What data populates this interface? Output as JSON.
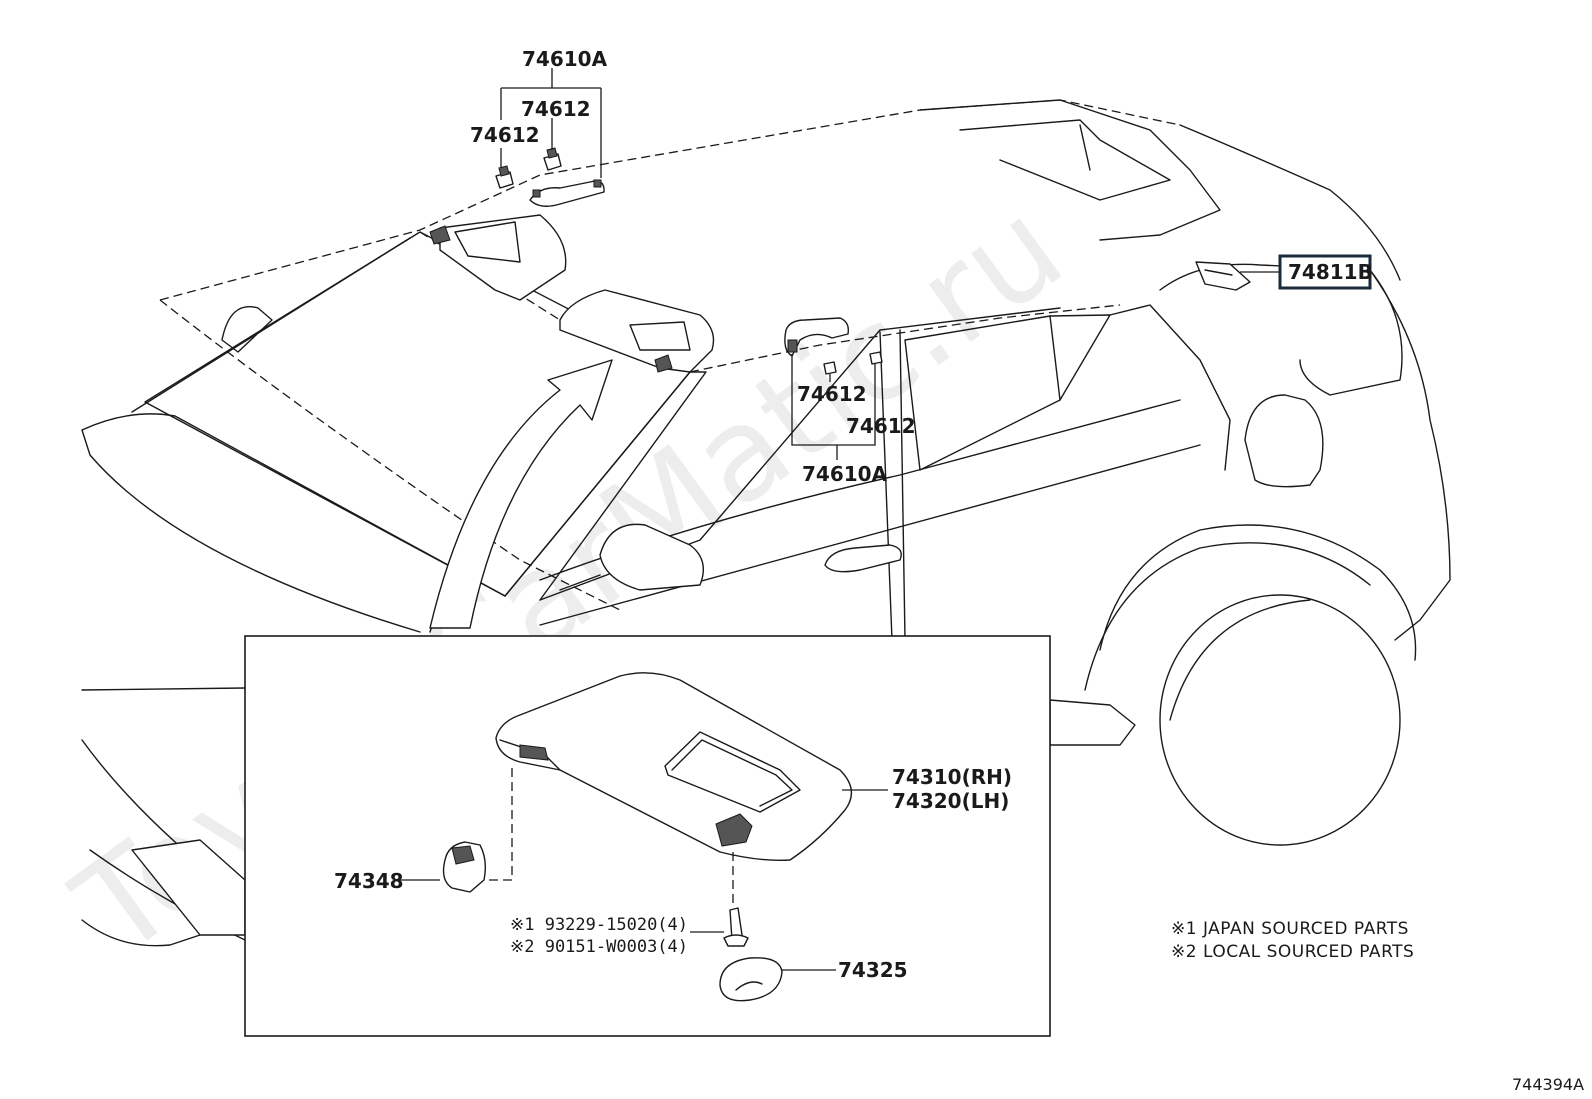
{
  "diagram": {
    "figure_code": "744394A",
    "watermark": "ToyotaCarMatic.ru",
    "callouts": {
      "assist_grip_front": "74610A",
      "clip_front_right": "74612",
      "clip_front_left": "74612",
      "clip_rear_1": "74612",
      "clip_rear_2": "74612",
      "assist_grip_rear": "74610A",
      "rear_part": "74811B",
      "visor_rh": "74310(RH)",
      "visor_lh": "74320(LH)",
      "visor_holder": "74348",
      "screw_1": "※1 93229-15020(4)",
      "screw_2": "※2 90151-W0003(4)",
      "cover": "74325"
    },
    "legend": [
      "※1 JAPAN SOURCED PARTS",
      "※2 LOCAL SOURCED PARTS"
    ]
  }
}
